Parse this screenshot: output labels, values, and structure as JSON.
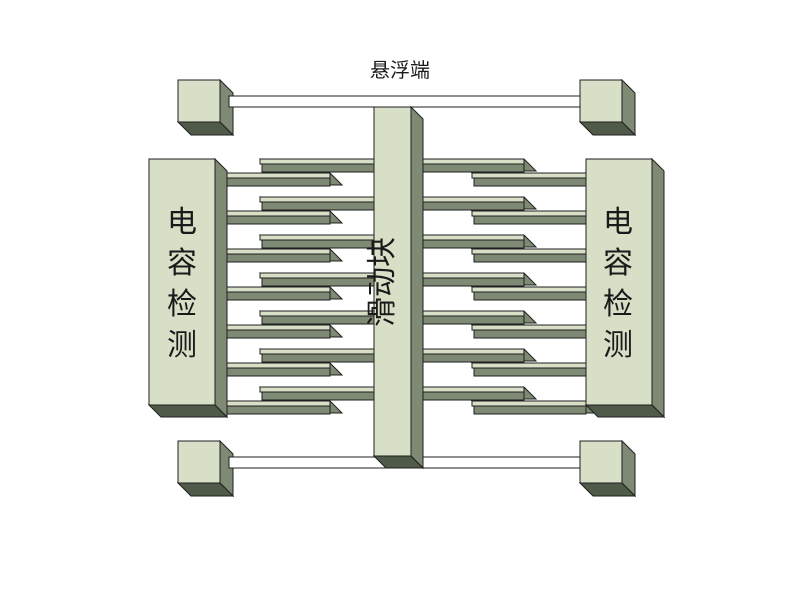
{
  "title": "悬浮端",
  "labels": {
    "left_electrode": [
      "电",
      "容",
      "检",
      "测"
    ],
    "right_electrode": [
      "电",
      "容",
      "检",
      "测"
    ],
    "slider": "滑动块"
  },
  "colors": {
    "face": "#d8dfc7",
    "side": "#7f8a74",
    "dark": "#4f5a49",
    "stroke": "#1f1f1f",
    "beam": "#ffffff"
  }
}
